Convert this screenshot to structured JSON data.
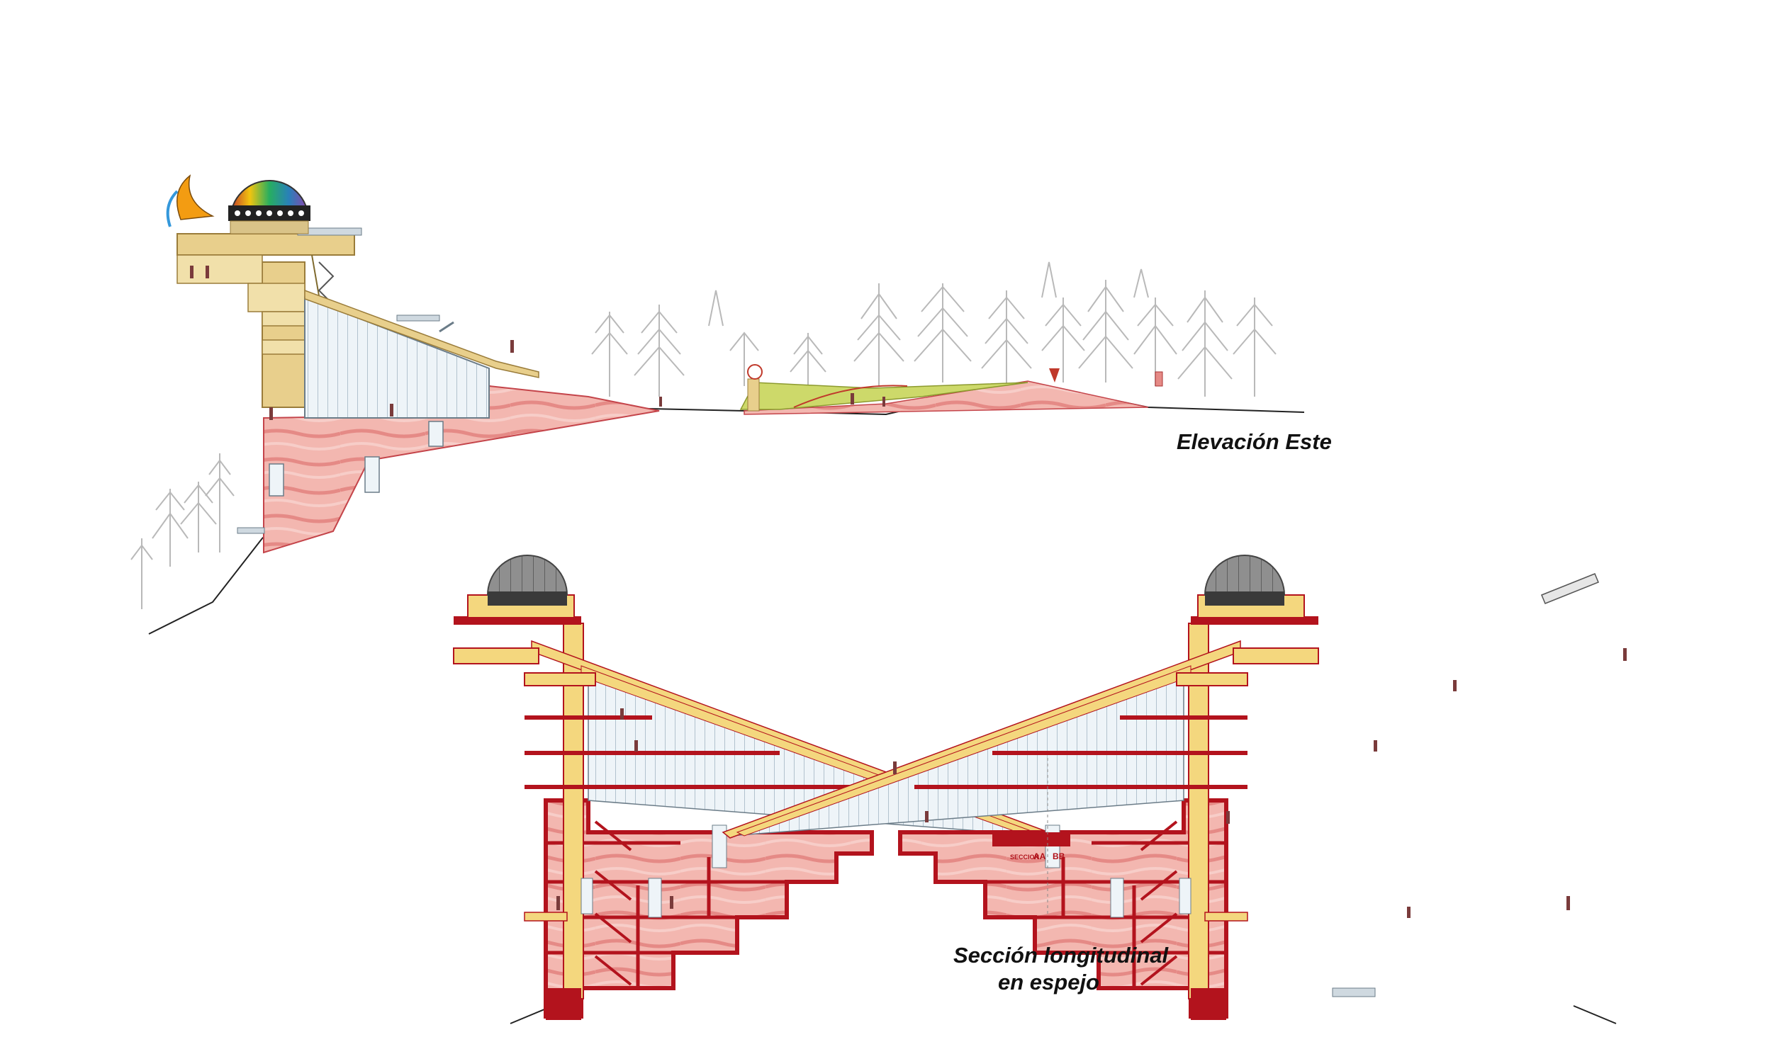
{
  "captions": {
    "elevation": "Elevación Este",
    "section_line1": "Sección longitudinal",
    "section_line2": "en espejo"
  },
  "section_marks": {
    "prefix": "SECCION",
    "left": "AA",
    "right": "BB"
  },
  "colors": {
    "rock_pink": "#f3b7b0",
    "rock_band": "#e58a86",
    "structure_red": "#b3131d",
    "structure_yellow": "#f4d77e",
    "tower_tan": "#e8cf8c",
    "dome_grey": "#8a8a8a",
    "glass": "#d7e6f0",
    "grass_green": "#cdd96a",
    "tree_line": "#b9b9b9"
  }
}
